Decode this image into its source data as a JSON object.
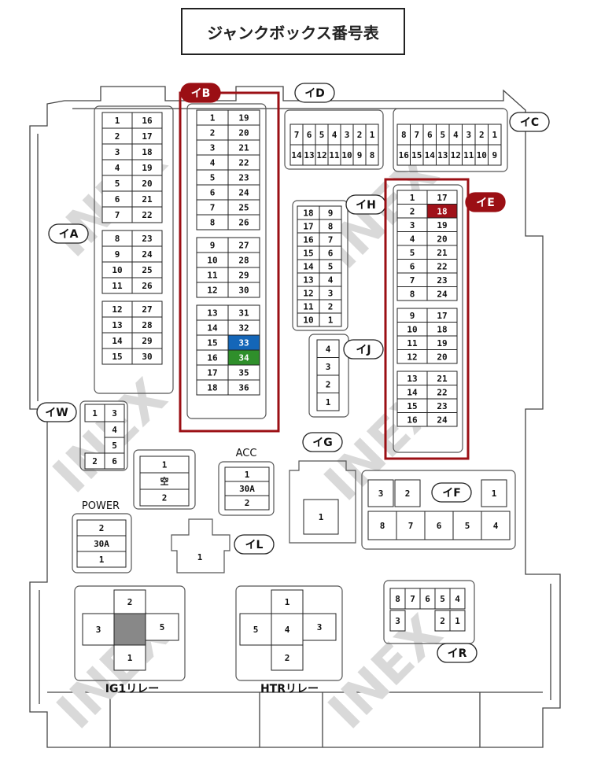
{
  "title": "ジャンクボックス番号表",
  "watermark": "INEX",
  "colors": {
    "highlight_frame": "#9b0f14",
    "pin_red": "#a0121a",
    "pin_blue": "#1466b8",
    "pin_green": "#2f8f2b",
    "pin_gray": "#888888"
  },
  "connectors": {
    "IA": {
      "label": "イA",
      "groups": [
        [
          [
            "1",
            "16"
          ],
          [
            "2",
            "17"
          ],
          [
            "3",
            "18"
          ],
          [
            "4",
            "19"
          ],
          [
            "5",
            "20"
          ],
          [
            "6",
            "21"
          ],
          [
            "7",
            "22"
          ]
        ],
        [
          [
            "8",
            "23"
          ],
          [
            "9",
            "24"
          ],
          [
            "10",
            "25"
          ],
          [
            "11",
            "26"
          ]
        ],
        [
          [
            "12",
            "27"
          ],
          [
            "13",
            "28"
          ],
          [
            "14",
            "29"
          ],
          [
            "15",
            "30"
          ]
        ]
      ]
    },
    "IB": {
      "label": "イB",
      "groups": [
        [
          [
            "1",
            "19"
          ],
          [
            "2",
            "20"
          ],
          [
            "3",
            "21"
          ],
          [
            "4",
            "22"
          ],
          [
            "5",
            "23"
          ],
          [
            "6",
            "24"
          ],
          [
            "7",
            "25"
          ],
          [
            "8",
            "26"
          ]
        ],
        [
          [
            "9",
            "27"
          ],
          [
            "10",
            "28"
          ],
          [
            "11",
            "29"
          ],
          [
            "12",
            "30"
          ]
        ],
        [
          [
            "13",
            "31"
          ],
          [
            "14",
            "32"
          ],
          [
            "15",
            "33"
          ],
          [
            "16",
            "34"
          ],
          [
            "17",
            "35"
          ],
          [
            "18",
            "36"
          ]
        ]
      ]
    },
    "ID": {
      "label": "イD",
      "rows": [
        [
          "7",
          "6",
          "5",
          "4",
          "3",
          "2",
          "1"
        ],
        [
          "14",
          "13",
          "12",
          "11",
          "10",
          "9",
          "8"
        ]
      ]
    },
    "IC": {
      "label": "イC",
      "rows": [
        [
          "8",
          "7",
          "6",
          "5",
          "4",
          "3",
          "2",
          "1"
        ],
        [
          "16",
          "15",
          "14",
          "13",
          "12",
          "11",
          "10",
          "9"
        ]
      ]
    },
    "IH": {
      "label": "イH",
      "rows": [
        [
          "18",
          "9"
        ],
        [
          "17",
          "8"
        ],
        [
          "16",
          "7"
        ],
        [
          "15",
          "6"
        ],
        [
          "14",
          "5"
        ],
        [
          "13",
          "4"
        ],
        [
          "12",
          "3"
        ],
        [
          "11",
          "2"
        ],
        [
          "10",
          "1"
        ]
      ]
    },
    "IE": {
      "label": "イE",
      "groups": [
        [
          [
            "1",
            "17"
          ],
          [
            "2",
            "18"
          ],
          [
            "3",
            "19"
          ],
          [
            "4",
            "20"
          ],
          [
            "5",
            "21"
          ],
          [
            "6",
            "22"
          ],
          [
            "7",
            "23"
          ],
          [
            "8",
            "24"
          ]
        ],
        [
          [
            "9",
            "17"
          ],
          [
            "10",
            "18"
          ],
          [
            "11",
            "19"
          ],
          [
            "12",
            "20"
          ]
        ],
        [
          [
            "13",
            "21"
          ],
          [
            "14",
            "22"
          ],
          [
            "15",
            "23"
          ],
          [
            "16",
            "24"
          ]
        ]
      ]
    },
    "IJ": {
      "label": "イJ",
      "pins": [
        "4",
        "3",
        "2",
        "1"
      ]
    },
    "IW": {
      "label": "イW",
      "pins": [
        "1",
        "3",
        "4",
        "5",
        "2",
        "6"
      ]
    },
    "IG": {
      "label": "イG",
      "pins": [
        "1"
      ]
    },
    "IF": {
      "label": "イF",
      "top": [
        "3",
        "2",
        "1"
      ],
      "bottom": [
        "8",
        "7",
        "6",
        "5",
        "4"
      ]
    },
    "IL": {
      "label": "イL",
      "pins": [
        "1"
      ]
    },
    "IR": {
      "label": "イR",
      "top": [
        "8",
        "7",
        "6",
        "5",
        "4"
      ],
      "bottom": [
        "3",
        "2",
        "1"
      ]
    }
  },
  "fuses": {
    "unknown": {
      "pins": [
        "1",
        "空",
        "2"
      ]
    },
    "acc": {
      "label": "ACC",
      "pins": [
        "1",
        "30A",
        "2"
      ]
    },
    "power": {
      "label": "POWER",
      "pins": [
        "2",
        "30A",
        "1"
      ]
    }
  },
  "relays": {
    "ig1": {
      "label": "IG1リレー",
      "pins": [
        "2",
        "3",
        "5",
        "1"
      ]
    },
    "htr": {
      "label": "HTRリレー",
      "pins": [
        "1",
        "5",
        "4",
        "3",
        "2"
      ]
    }
  }
}
